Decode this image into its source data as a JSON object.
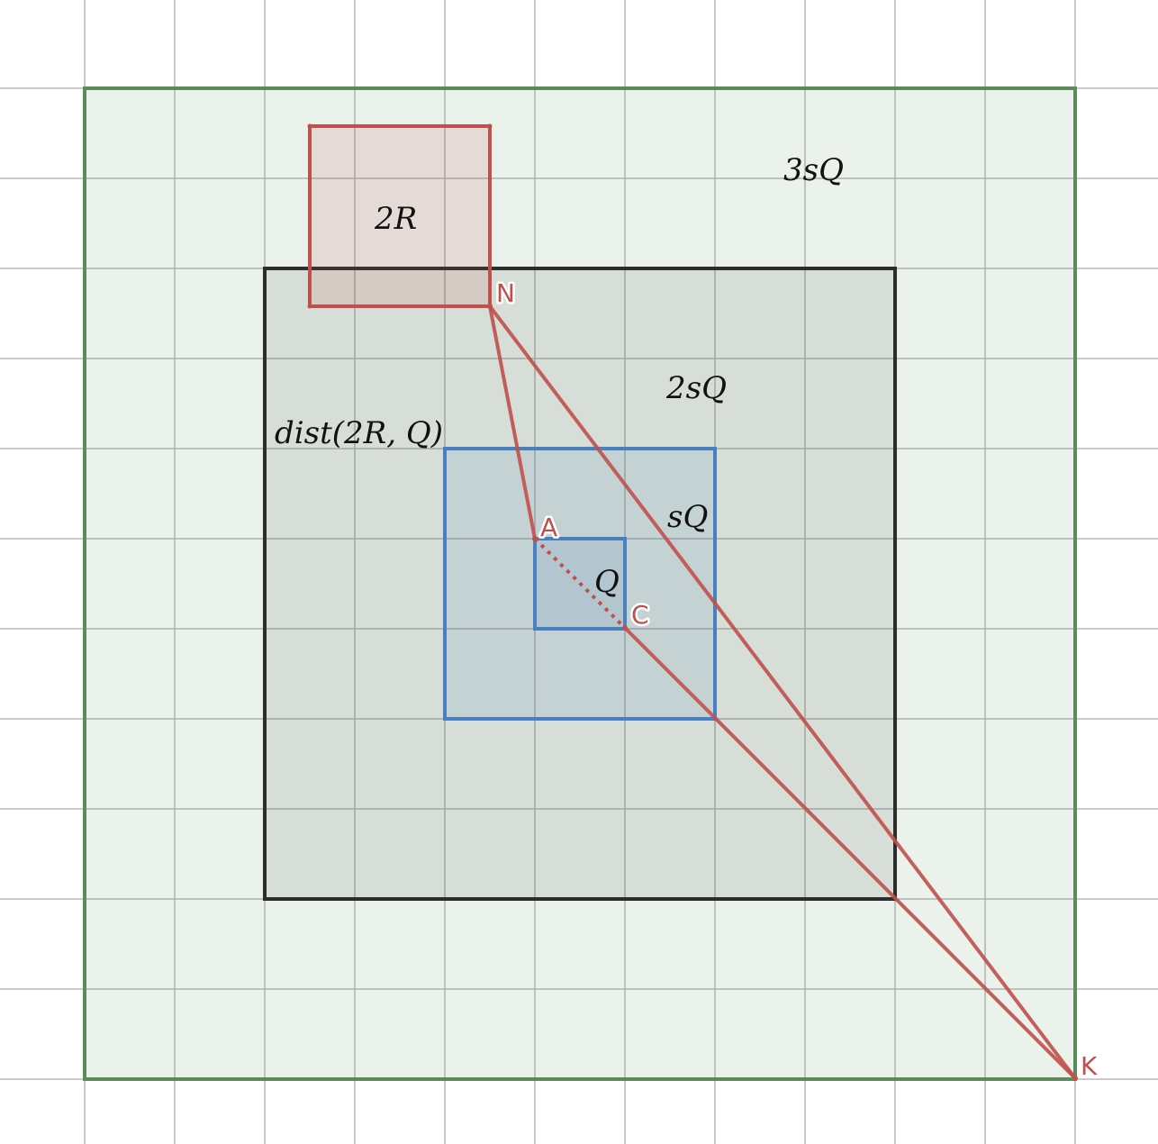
{
  "labels": {
    "square_3sQ": "3sQ",
    "square_2sQ": "2sQ",
    "square_sQ": "sQ",
    "square_Q": "Q",
    "square_2R": "2R",
    "distance": "dist(2R, Q)"
  },
  "points": {
    "N": "N",
    "A": "A",
    "C": "C",
    "K": "K"
  },
  "colors": {
    "outer_square": "#5b8a5b",
    "square_2sQ": "#2d2d2d",
    "blue_squares": "#4a7fc0",
    "red_elements": "#c0504d",
    "grid": "#b8b8b8"
  }
}
